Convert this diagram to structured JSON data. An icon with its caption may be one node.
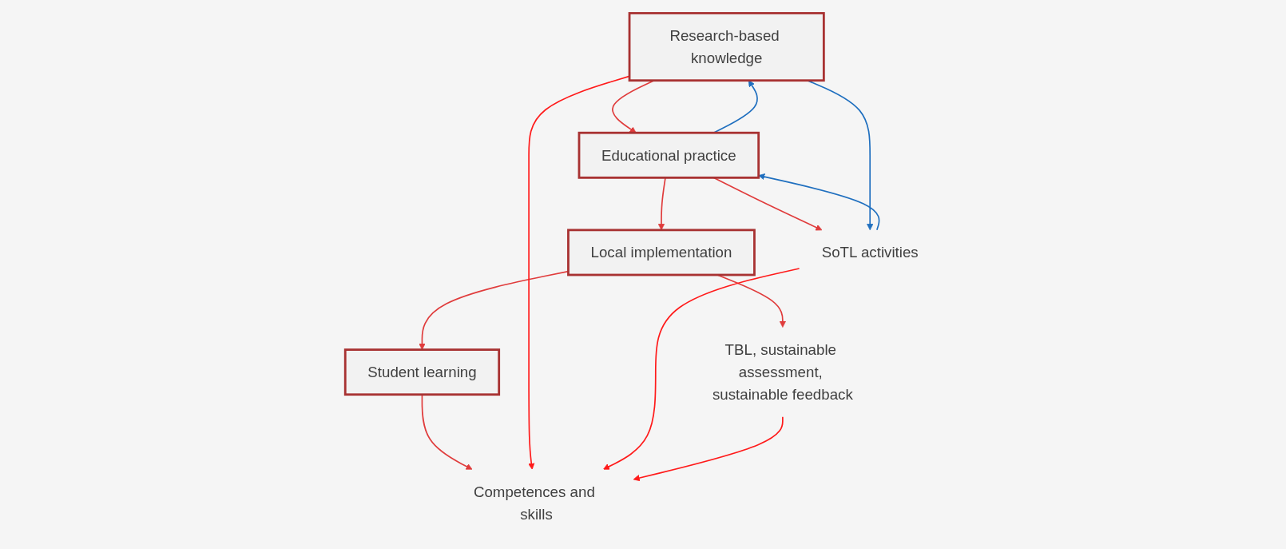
{
  "diagram": {
    "nodes": [
      {
        "text": [
          "Research-based knowledge"
        ]
      },
      {
        "text": [
          "Educational practice"
        ]
      },
      {
        "text": [
          "Local implementation"
        ]
      },
      {
        "text": [
          "Student learning"
        ]
      },
      {
        "text": [
          "SoTL activities"
        ]
      },
      {
        "text": [
          "TBL, sustainable assessment, sustainable feedback"
        ]
      },
      {
        "text": [
          "Competences and skills"
        ]
      }
    ],
    "edges": [
      {
        "from": 0,
        "to": 1,
        "arrow": "to"
      },
      {
        "from": 1,
        "to": 0,
        "arrow": "to",
        "color": "#1f6fbf"
      },
      {
        "from": 1,
        "to": 2,
        "arrow": "to"
      },
      {
        "from": 2,
        "to": 3,
        "arrow": "to"
      },
      {
        "from": 1,
        "to": 4,
        "arrow": "to"
      },
      {
        "from": 2,
        "to": 5,
        "arrow": "to"
      },
      {
        "from": 3,
        "to": 6,
        "arrow": "to"
      },
      {
        "from": 0,
        "to": 4,
        "arrow": "to",
        "color": "#1f6fbf"
      },
      {
        "from": 4,
        "to": 1,
        "arrow": "to",
        "color": "#1f6fbf"
      },
      {
        "from": 0,
        "to": 6,
        "arrow": "to",
        "color": "#ff1a1a"
      },
      {
        "from": 4,
        "to": 6,
        "arrow": "to",
        "color": "#ff1a1a"
      },
      {
        "from": 5,
        "to": 6,
        "arrow": "to",
        "color": "#ff1a1a"
      }
    ]
  }
}
